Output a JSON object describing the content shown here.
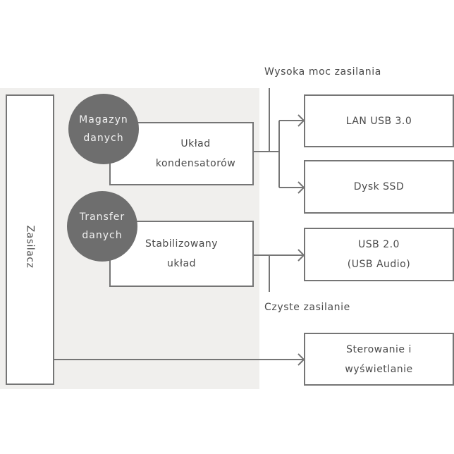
{
  "diagram": {
    "power_supply": "Zasilacz",
    "circles": {
      "storage": [
        "Magazyn",
        "danych"
      ],
      "transfer": [
        "Transfer",
        "danych"
      ]
    },
    "blocks": {
      "capacitors": [
        "Układ",
        "kondensatorów"
      ],
      "stabilized": [
        "Stabilizowany",
        "układ"
      ]
    },
    "outputs": {
      "lan": [
        "LAN USB 3.0"
      ],
      "ssd": [
        "Dysk SSD"
      ],
      "usb2": [
        "USB 2.0",
        "(USB Audio)"
      ],
      "control": [
        "Sterowanie i",
        "wyświetlanie"
      ]
    },
    "annotations": {
      "high_power": "Wysoka moc zasilania",
      "clean_power": "Czyste zasilanie"
    },
    "colors": {
      "line": "#757575",
      "circle": "#6e6e6e",
      "panel": "#f0efed"
    }
  }
}
